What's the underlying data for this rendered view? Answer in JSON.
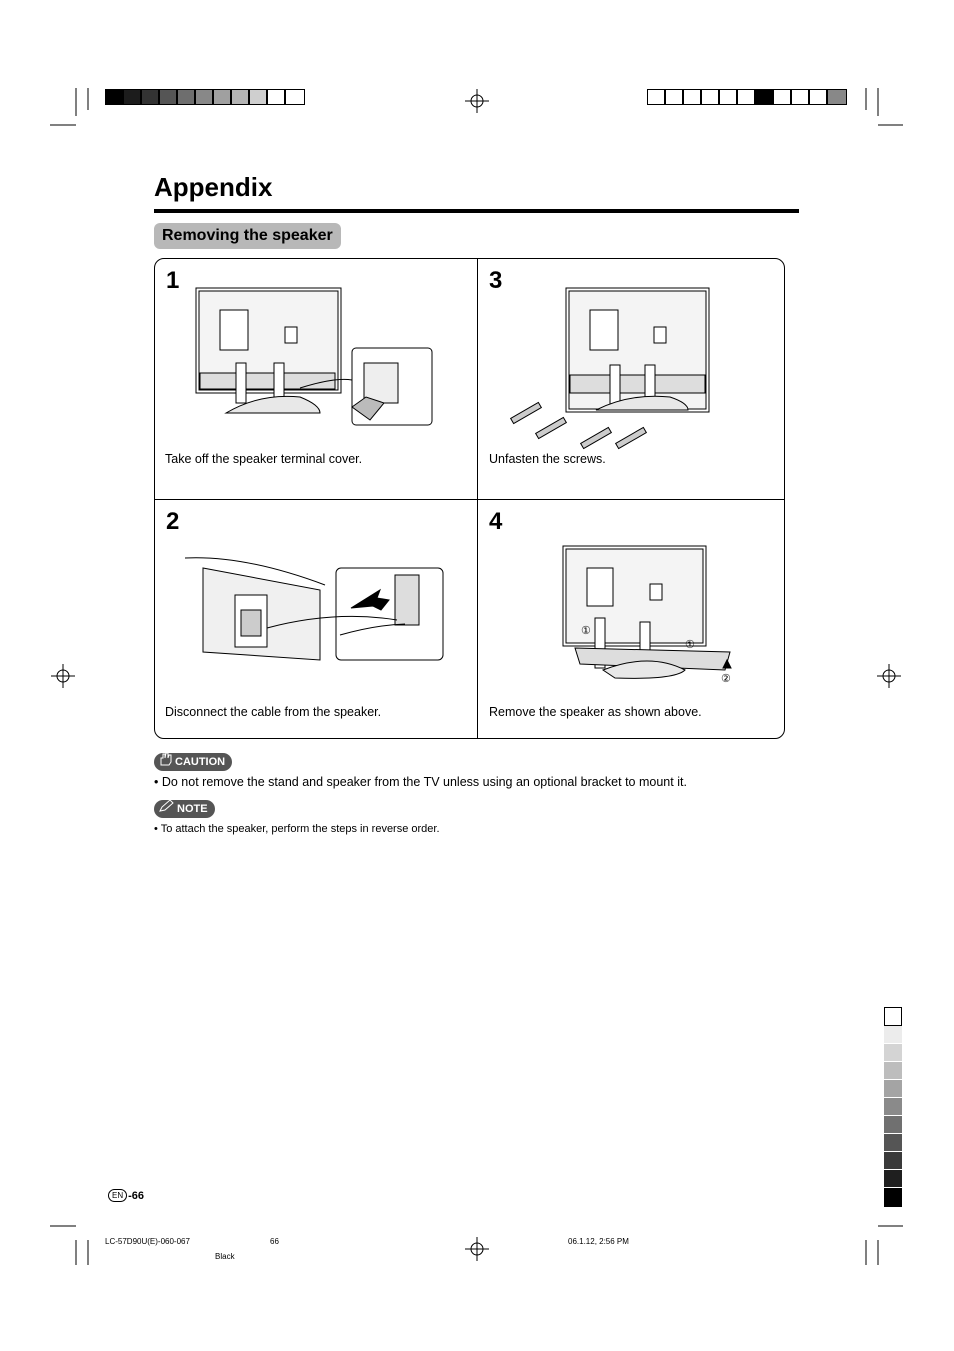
{
  "header": {
    "title": "Appendix"
  },
  "section": {
    "title": "Removing the speaker"
  },
  "steps": [
    {
      "number": "1",
      "caption": "Take off the speaker terminal cover."
    },
    {
      "number": "3",
      "caption": "Unfasten the screws."
    },
    {
      "number": "2",
      "caption": "Disconnect the cable from the speaker."
    },
    {
      "number": "4",
      "caption": "Remove the speaker as shown above."
    }
  ],
  "figure_labels": {
    "callout_1": "①",
    "callout_2": "②"
  },
  "caution": {
    "badge": "CAUTION",
    "text": "• Do not remove the stand and speaker from the TV unless using an optional bracket to mount it."
  },
  "note": {
    "badge": "NOTE",
    "text": "• To attach the speaker, perform the steps in reverse order."
  },
  "footer": {
    "lang_badge": "EN",
    "page": "-66",
    "job_id": "LC-57D90U(E)-060-067",
    "sheet": "66",
    "timestamp": "06.1.12, 2:56 PM",
    "plate": "Black"
  },
  "colors": {
    "accent_gray": "#b8b8b8",
    "badge_dark": "#555555"
  }
}
